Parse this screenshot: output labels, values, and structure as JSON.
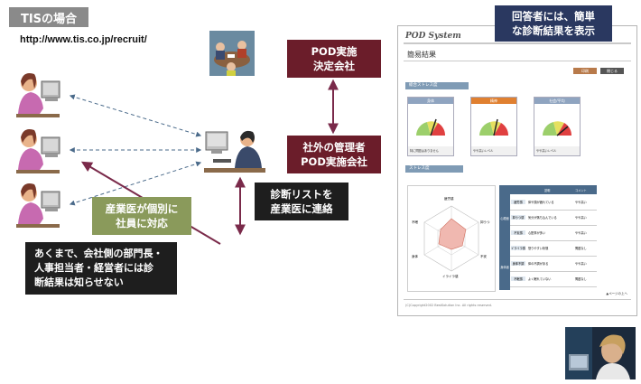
{
  "header": {
    "company_tag": "TISの場合",
    "url": "http://www.tis.co.jp/recruit/"
  },
  "boxes": {
    "pod_company": "POD実施\n決定会社",
    "external_admin": "社外の管理者\nPOD実施会社",
    "send_list": "診断リストを\n産業医に連絡",
    "doctor_contact": "産業医が個別に\n社員に対応",
    "notice": "あくまで、会社側の部門長・\n人事担当者・経営者には診\n断結果は知らせない",
    "respondent_result": "回答者には、簡単\nな診断結果を表示"
  },
  "screenshot": {
    "logo": "POD System",
    "title": "簡易結果",
    "buttons": [
      "印刷",
      "閉じる"
    ],
    "section1": "総合ストレス度",
    "gauges": [
      {
        "label": "身体",
        "color": "#8fa4c0",
        "comment": "特に問題はありません"
      },
      {
        "label": "精神",
        "color": "#e08030",
        "comment": "やや高いレベル"
      },
      {
        "label": "社会/平均",
        "color": "#8fa4c0",
        "comment": "やや高いレベル"
      }
    ],
    "section2": "ストレス度",
    "radar_labels": [
      "疲労感",
      "抑うつ",
      "不安",
      "イライラ感",
      "身体",
      "不眠"
    ],
    "table_headers": [
      "説明",
      "コメント"
    ],
    "table_rows": [
      {
        "name": "疲労感",
        "desc": "体や頭が疲れている",
        "comment": "やや高い"
      },
      {
        "name": "抑うつ感",
        "desc": "気分が落ち込んでいる",
        "comment": "やや高い"
      },
      {
        "name": "不安感",
        "desc": "心配事が多い",
        "comment": "やや高い"
      },
      {
        "name": "イライラ感",
        "desc": "怒りやすい状態",
        "comment": "問題なし"
      },
      {
        "name": "身体不調",
        "desc": "体の不調がある",
        "comment": "やや高い"
      },
      {
        "name": "不眠感",
        "desc": "よく眠れていない",
        "comment": "問題なし"
      }
    ],
    "side_labels": [
      "心理面",
      "身体面"
    ],
    "page_top": "▲ページの上へ",
    "copyright": "(C)Copyright2002 BestSolution Inc. All rights reserved."
  }
}
